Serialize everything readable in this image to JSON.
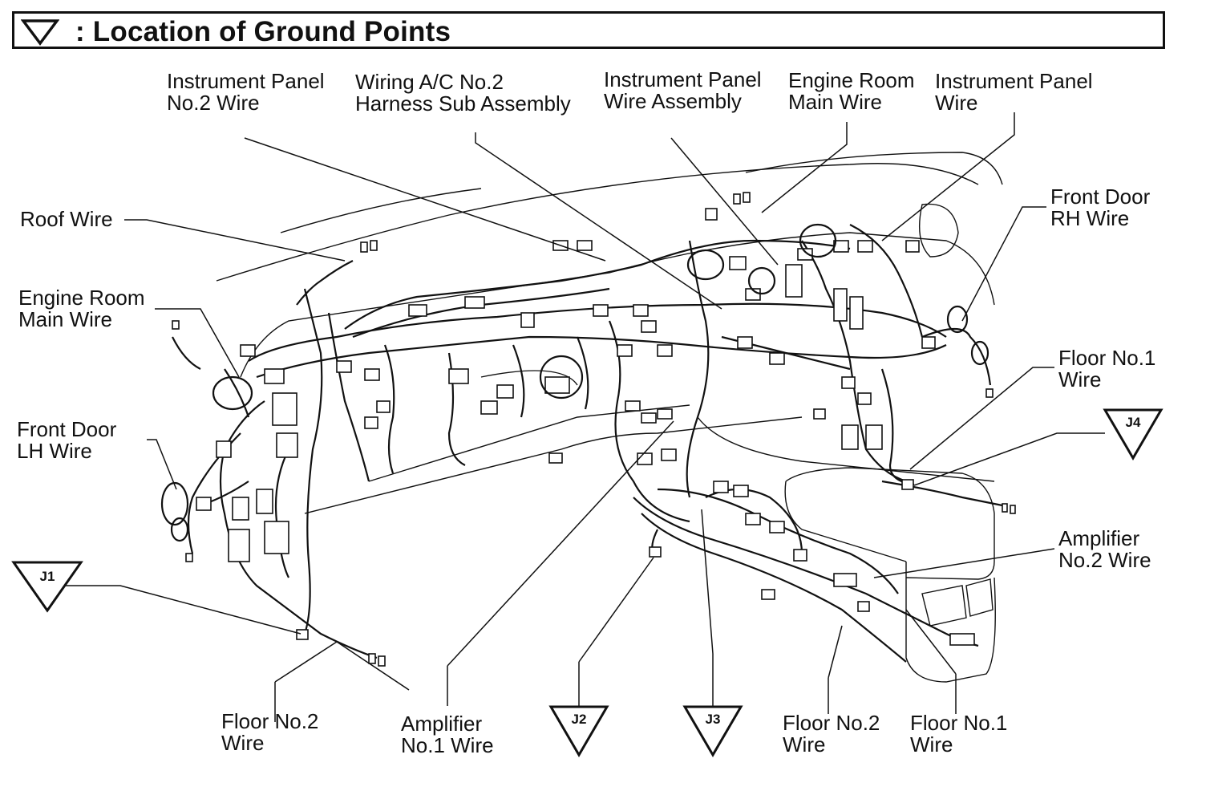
{
  "title": {
    "symbol": "ground-point-triangle-icon",
    "text": ": Location of Ground Points"
  },
  "labels": {
    "instrument_panel_no2_wire": [
      "Instrument Panel",
      "No.2 Wire"
    ],
    "wiring_ac_no2": [
      "Wiring A/C No.2",
      "Harness Sub Assembly"
    ],
    "instrument_panel_wire_assembly": [
      "Instrument Panel",
      "Wire Assembly"
    ],
    "engine_room_main_wire_top": [
      "Engine Room",
      "Main Wire"
    ],
    "instrument_panel_wire": [
      "Instrument Panel",
      "Wire"
    ],
    "roof_wire": [
      "Roof Wire"
    ],
    "front_door_rh_wire": [
      "Front Door",
      "RH Wire"
    ],
    "engine_room_main_wire_left": [
      "Engine Room",
      "Main Wire"
    ],
    "floor_no1_wire_right": [
      "Floor No.1",
      "Wire"
    ],
    "front_door_lh_wire": [
      "Front Door",
      "LH Wire"
    ],
    "amplifier_no2_wire": [
      "Amplifier",
      "No.2 Wire"
    ],
    "floor_no2_wire_left": [
      "Floor No.2",
      "Wire"
    ],
    "amplifier_no1_wire": [
      "Amplifier",
      "No.1 Wire"
    ],
    "floor_no2_wire_bottom": [
      "Floor No.2",
      "Wire"
    ],
    "floor_no1_wire_bottom": [
      "Floor No.1",
      "Wire"
    ]
  },
  "ground_points": [
    "J1",
    "J2",
    "J3",
    "J4"
  ],
  "colors": {
    "line": "#111111",
    "background": "#ffffff"
  }
}
